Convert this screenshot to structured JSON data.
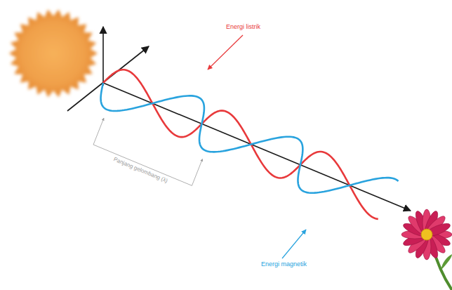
{
  "diagram": {
    "labels": [
      "Energi listrik",
      "Panjang gelombang (λ)",
      "Energi magnetik"
    ]
  }
}
